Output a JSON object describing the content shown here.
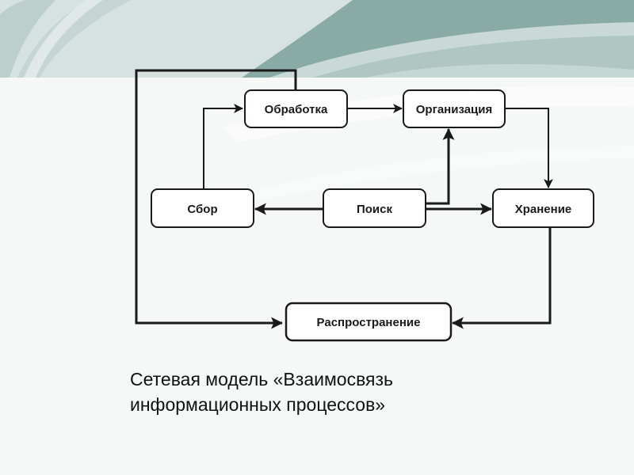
{
  "diagram": {
    "nodes": {
      "obrabotka": "Обработка",
      "organizatsiya": "Организация",
      "sbor": "Сбор",
      "poisk": "Поиск",
      "khranenie": "Хранение",
      "rasprostranenie": "Распространение"
    },
    "edges": [
      {
        "from": "Сбор",
        "to": "Обработка"
      },
      {
        "from": "Обработка",
        "to": "Организация"
      },
      {
        "from": "Организация",
        "to": "Хранение"
      },
      {
        "from": "Поиск",
        "to": "Сбор"
      },
      {
        "from": "Поиск",
        "to": "Организация"
      },
      {
        "from": "Поиск",
        "to": "Хранение"
      },
      {
        "from": "Хранение",
        "to": "Распространение"
      },
      {
        "from": "Обработка",
        "to": "Распространение"
      }
    ]
  },
  "caption": {
    "line1": "Сетевая модель «Взаимосвязь",
    "line2": "информационных процессов»"
  },
  "colors": {
    "header_bg": "#d6e2e0",
    "swoosh_dark": "#8aaba5",
    "swoosh_light": "#b7ccc8",
    "stroke": "#1a1a1a"
  }
}
